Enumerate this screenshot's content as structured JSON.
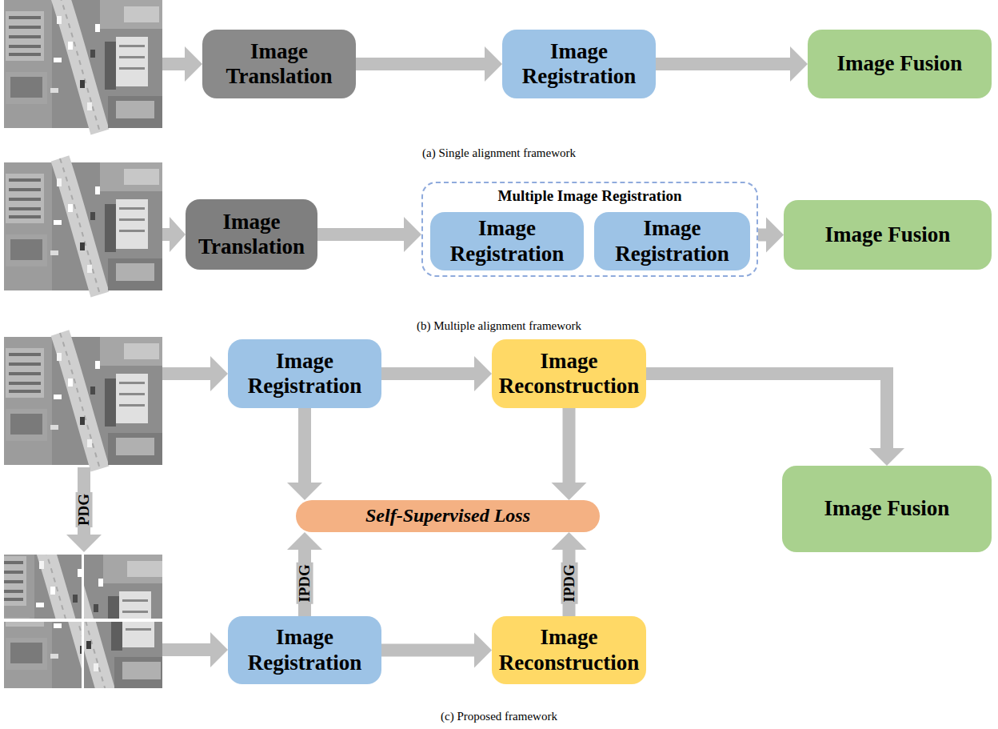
{
  "diagram": {
    "nodes": [
      {
        "text": [
          "Image Translation"
        ]
      },
      {
        "text": [
          "Image Registration"
        ]
      },
      {
        "text": [
          "Image Fusion"
        ]
      },
      {
        "text": [
          "Image Translation"
        ]
      },
      {
        "text": [
          "Multiple Image Registration"
        ]
      },
      {
        "text": [
          "Image Registration"
        ],
        "in": 4
      },
      {
        "text": [
          "Image Registration"
        ],
        "in": 4
      },
      {
        "text": [
          "Image Fusion"
        ]
      },
      {
        "text": [
          "Image Registration"
        ]
      },
      {
        "text": [
          "Image Reconstruction"
        ]
      },
      {
        "text": [
          "Image Fusion"
        ]
      },
      {
        "text": [
          "Self-Supervised Loss"
        ]
      },
      {
        "text": [
          "Image Registration"
        ]
      },
      {
        "text": [
          "Image Reconstruction"
        ]
      }
    ],
    "edges": [
      {
        "from": 0,
        "to": 1,
        "arrow": "to"
      },
      {
        "from": 1,
        "to": 2,
        "arrow": "to"
      },
      {
        "from": 3,
        "to": 4,
        "arrow": "to"
      },
      {
        "from": 4,
        "to": 7,
        "arrow": "to"
      },
      {
        "from": 8,
        "to": 9,
        "arrow": "to"
      },
      {
        "from": 9,
        "to": 10,
        "arrow": "to"
      },
      {
        "from": 8,
        "to": 11,
        "arrow": "to"
      },
      {
        "from": 9,
        "to": 11,
        "arrow": "to"
      },
      {
        "from": 12,
        "to": 11,
        "label": "IPDG",
        "arrow": "to"
      },
      {
        "from": 13,
        "to": 11,
        "label": "IPDG",
        "arrow": "to"
      },
      {
        "from": 12,
        "to": 13,
        "arrow": "to"
      }
    ],
    "labels": [
      "(a) Single alignment framework",
      "(b) Multiple alignment framework",
      "PDG",
      "(c) Proposed framework"
    ]
  }
}
